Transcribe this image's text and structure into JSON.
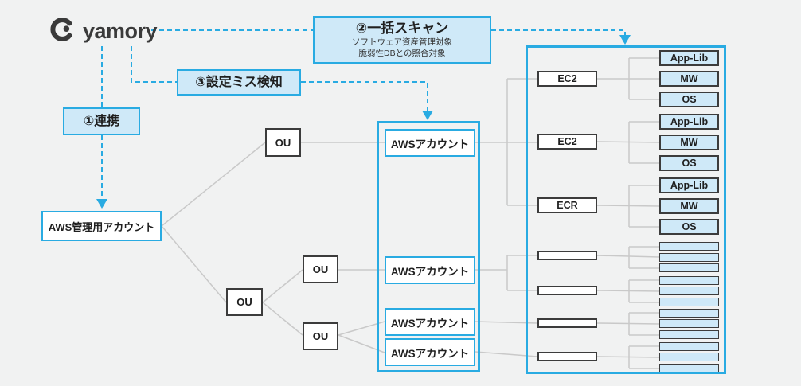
{
  "colors": {
    "background": "#f1f2f2",
    "accent_blue": "#29abe2",
    "light_blue_fill": "#cfe9f8",
    "dark_border": "#3c3c3c",
    "text_dark": "#1f1f1f",
    "connector_gray": "#c9c9c9"
  },
  "logo": {
    "text": "yamory"
  },
  "steps": {
    "link": {
      "title": "①連携"
    },
    "scan": {
      "title": "②一括スキャン",
      "subtitle_line1": "ソフトウェア資産管理対象",
      "subtitle_line2": "脆弱性DBとの照合対象"
    },
    "misconfig": {
      "title": "③設定ミス検知"
    }
  },
  "nodes": {
    "management_account": "AWS管理用アカウント",
    "ou_label": "OU",
    "aws_account_label": "AWSアカウント",
    "resources": [
      "EC2",
      "EC2",
      "ECR"
    ],
    "components": [
      "App-Lib",
      "MW",
      "OS"
    ]
  }
}
